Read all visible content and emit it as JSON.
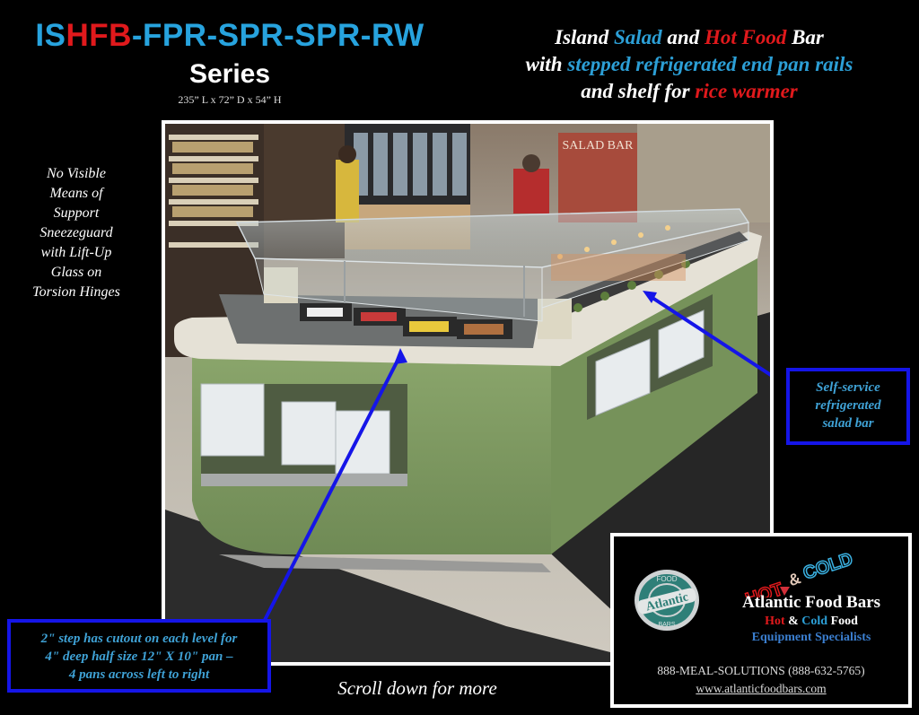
{
  "header": {
    "model_code_parts": [
      {
        "text": "IS",
        "color": "#27a3de"
      },
      {
        "text": "HFB",
        "color": "#e0191c"
      },
      {
        "text": "-FPR-SPR-SPR-RW",
        "color": "#27a3de"
      }
    ],
    "series_label": "Series",
    "dimensions": "235” L x 72” D x 54” H"
  },
  "headline": {
    "line1": [
      {
        "text": "Island ",
        "style": "white"
      },
      {
        "text": "Salad",
        "style": "blue"
      },
      {
        "text": " and ",
        "style": "white"
      },
      {
        "text": "Hot Food",
        "style": "red"
      },
      {
        "text": " Bar",
        "style": "white"
      }
    ],
    "line2": [
      {
        "text": "with ",
        "style": "white"
      },
      {
        "text": "stepped refrigerated end pan rails",
        "style": "blue"
      }
    ],
    "line3": [
      {
        "text": "and shelf for ",
        "style": "white"
      },
      {
        "text": "rice warmer",
        "style": "red"
      }
    ]
  },
  "side_note": {
    "lines": [
      "No Visible",
      "Means of",
      "Support",
      "Sneezeguard",
      "with Lift-Up",
      "Glass on",
      "Torsion Hinges"
    ]
  },
  "photo": {
    "description": "Island salad and hot food bar with green base, sneezeguard, and stepped end pan rails in a supermarket",
    "sign_text": "SALAD BAR"
  },
  "callouts": {
    "salad_bar": {
      "lines": [
        "Self-service",
        "refrigerated",
        "salad bar"
      ]
    },
    "step": {
      "lines": [
        "2\" step has cutout on each level for",
        "4\" deep half size 12\" X 10\" pan –",
        "4 pans across left to right"
      ]
    }
  },
  "footer": {
    "scroll_note": "Scroll down for more"
  },
  "brand_card": {
    "logo": {
      "top": "FOOD",
      "middle": "Atlantic",
      "bottom": "BARS"
    },
    "hot_label": "HOT",
    "amp_label": "&",
    "cold_label": "COLD",
    "company_name": "Atlantic Food Bars",
    "tagline1": [
      {
        "text": "Hot",
        "style": "red"
      },
      {
        "text": " & ",
        "style": "white"
      },
      {
        "text": "Cold",
        "style": "blue"
      },
      {
        "text": " Food",
        "style": "white"
      }
    ],
    "tagline2": "Equipment Specialists",
    "phone": "888-MEAL-SOLUTIONS  (888-632-5765)",
    "url": "www.atlanticfoodbars.com"
  },
  "colors": {
    "title_blue": "#27a3de",
    "title_red": "#e0191c",
    "callout_border": "#1515e8",
    "callout_text": "#3fa2d6",
    "counter_green": "#7c9a5e"
  }
}
